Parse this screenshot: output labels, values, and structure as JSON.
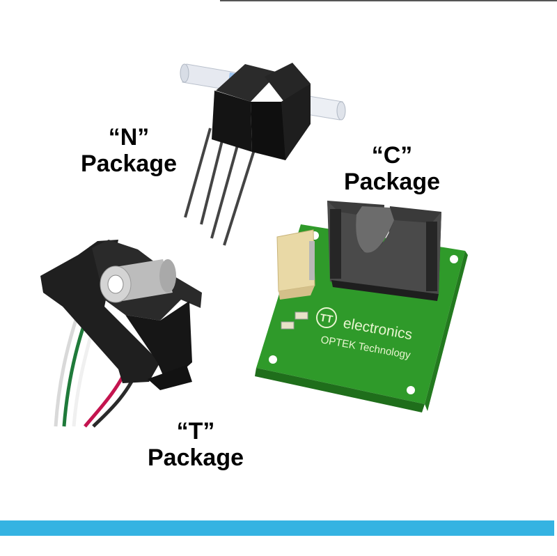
{
  "labels": {
    "n_package": {
      "code": "“N”",
      "word": "Package"
    },
    "c_package": {
      "code": "“C”",
      "word": "Package"
    },
    "t_package": {
      "code": "“T”",
      "word": "Package"
    }
  },
  "pcb": {
    "logo_mark": "TT",
    "brand": "electronics",
    "tagline": "OPTEK Technology"
  },
  "colors": {
    "accent_bar": "#35b3e2",
    "pcb_green": "#2f9a2a",
    "sensor_black": "#1a1a1a",
    "connector_cream": "#e9d9a6"
  },
  "icons": {
    "n_package": "slotted-optical-switch-through-hole",
    "c_package": "slotted-optical-switch-on-pcb",
    "t_package": "slotted-optical-switch-with-wire-leads"
  }
}
